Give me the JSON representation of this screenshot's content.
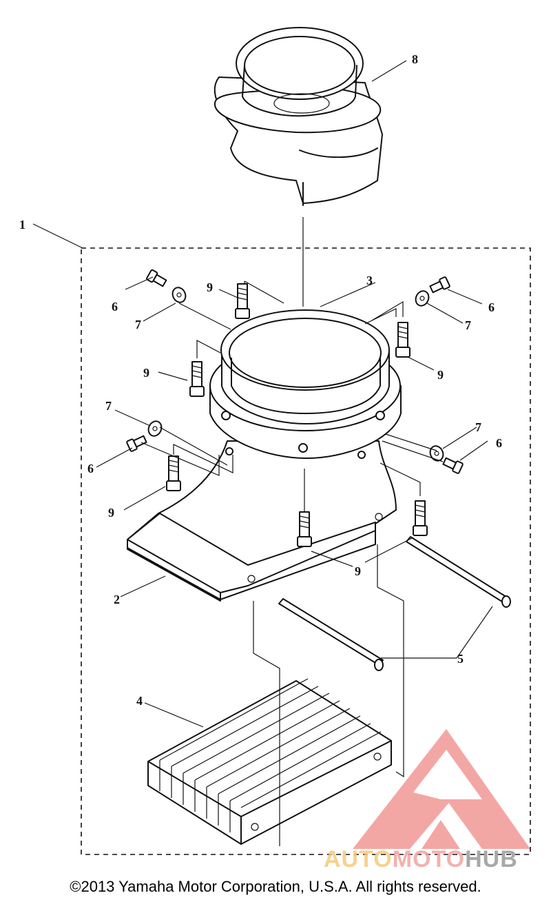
{
  "diagram": {
    "callouts": [
      {
        "id": "c1",
        "label": "1"
      },
      {
        "id": "c2",
        "label": "2"
      },
      {
        "id": "c3",
        "label": "3"
      },
      {
        "id": "c4",
        "label": "4"
      },
      {
        "id": "c5",
        "label": "5"
      },
      {
        "id": "c6a",
        "label": "6"
      },
      {
        "id": "c6b",
        "label": "6"
      },
      {
        "id": "c6c",
        "label": "6"
      },
      {
        "id": "c6d",
        "label": "6"
      },
      {
        "id": "c7a",
        "label": "7"
      },
      {
        "id": "c7b",
        "label": "7"
      },
      {
        "id": "c7c",
        "label": "7"
      },
      {
        "id": "c7d",
        "label": "7"
      },
      {
        "id": "c8",
        "label": "8"
      },
      {
        "id": "c9a",
        "label": "9"
      },
      {
        "id": "c9b",
        "label": "9"
      },
      {
        "id": "c9c",
        "label": "9"
      },
      {
        "id": "c9d",
        "label": "9"
      },
      {
        "id": "c9e",
        "label": "9"
      }
    ]
  },
  "watermark": {
    "part1": "AUTO",
    "part2": "MOTO",
    "part3": "HUB",
    "colors": {
      "auto": "#f6c97a",
      "moto": "#f3a4a0",
      "hub": "#9a9a9a",
      "logo": "#f08a87"
    }
  },
  "footer": {
    "copyright": "©2013 Yamaha Motor Corporation, U.S.A. All rights reserved."
  }
}
